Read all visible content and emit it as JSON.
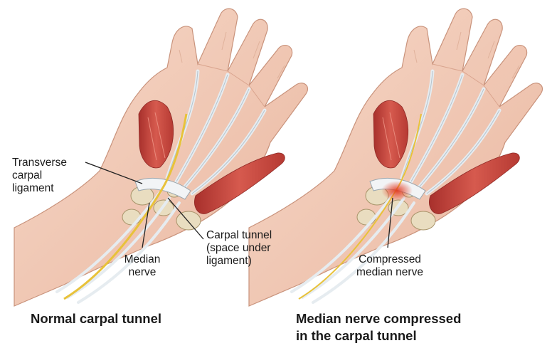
{
  "left_panel": {
    "labels": {
      "transverse_carpal_ligament": "Transverse\ncarpal\nligament",
      "median_nerve": "Median\nnerve",
      "carpal_tunnel": "Carpal tunnel\n(space under\nligament)"
    },
    "caption": "Normal carpal tunnel"
  },
  "right_panel": {
    "labels": {
      "compressed_median_nerve": "Compressed\nmedian nerve"
    },
    "caption": "Median nerve compressed\nin the carpal tunnel"
  },
  "colors": {
    "skin": "#f0c8b4",
    "muscle": "#c9423c",
    "tendon": "#e6ecf0",
    "bone": "#e9ddc0",
    "nerve": "#e8c23a",
    "compression": "#d63a2a"
  }
}
